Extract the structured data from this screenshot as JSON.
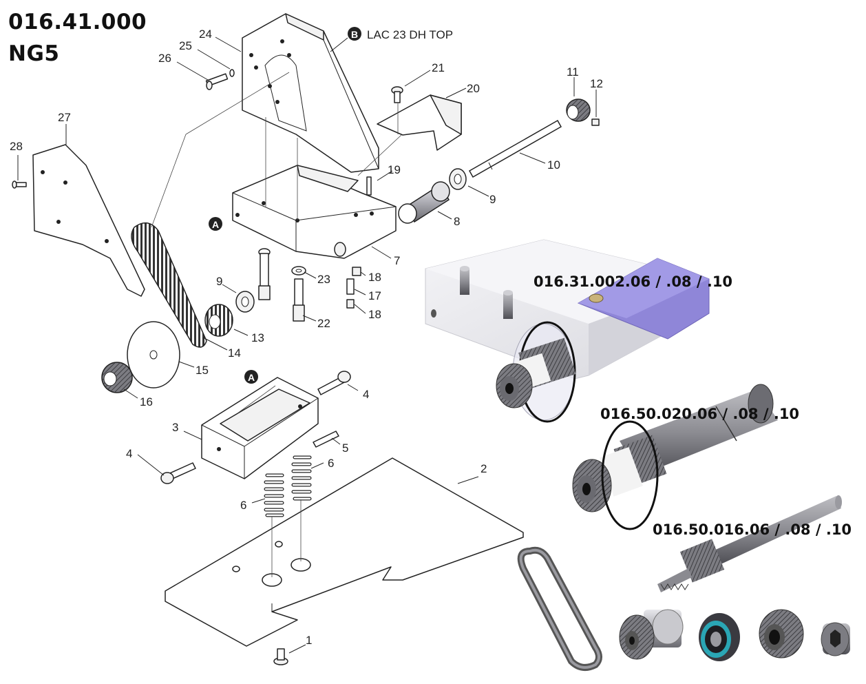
{
  "header": {
    "part_number": "016.41.000",
    "model": "NG5"
  },
  "callouts": {
    "B_label": "LAC 23 DH TOP",
    "A_top": "A",
    "A_bottom": "A",
    "B": "B"
  },
  "part_numbers": {
    "p1": "1",
    "p2": "2",
    "p3": "3",
    "p4a": "4",
    "p4b": "4",
    "p5": "5",
    "p6a": "6",
    "p6b": "6",
    "p7": "7",
    "p8": "8",
    "p9a": "9",
    "p9b": "9",
    "p10": "10",
    "p11": "11",
    "p12": "12",
    "p13": "13",
    "p14": "14",
    "p15": "15",
    "p16": "16",
    "p17": "17",
    "p18a": "18",
    "p18b": "18",
    "p19": "19",
    "p20": "20",
    "p21": "21",
    "p22": "22",
    "p23": "23",
    "p24": "24",
    "p25": "25",
    "p26": "26",
    "p27": "27",
    "p28": "28"
  },
  "photo_labels": {
    "block": "016.31.002.06  /  .08 / .10",
    "shaft_large": "016.50.020.06  /  .08 / .10",
    "shaft_small": "016.50.016.06  /  .08 / .10"
  },
  "colors": {
    "purple": "#8f86d8",
    "metal_light": "#e6e6ea",
    "metal_dark": "#6e6e72"
  }
}
